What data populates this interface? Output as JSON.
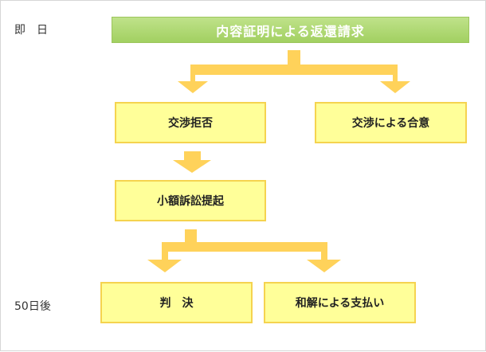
{
  "timeline": {
    "start_label": "即　日",
    "end_label": "50日後"
  },
  "flow": {
    "start_step": "内容証明による返還請求",
    "negotiation_refused": "交渉拒否",
    "negotiation_settled": "交渉による合意",
    "small_claims_filed": "小額訴訟提起",
    "judgment": "判　決",
    "settlement_payment": "和解による支払い"
  },
  "colors": {
    "start_box": "#a2d061",
    "step_fill": "#ffff99",
    "step_border": "#f5d34f",
    "arrow": "#ffd25a"
  }
}
